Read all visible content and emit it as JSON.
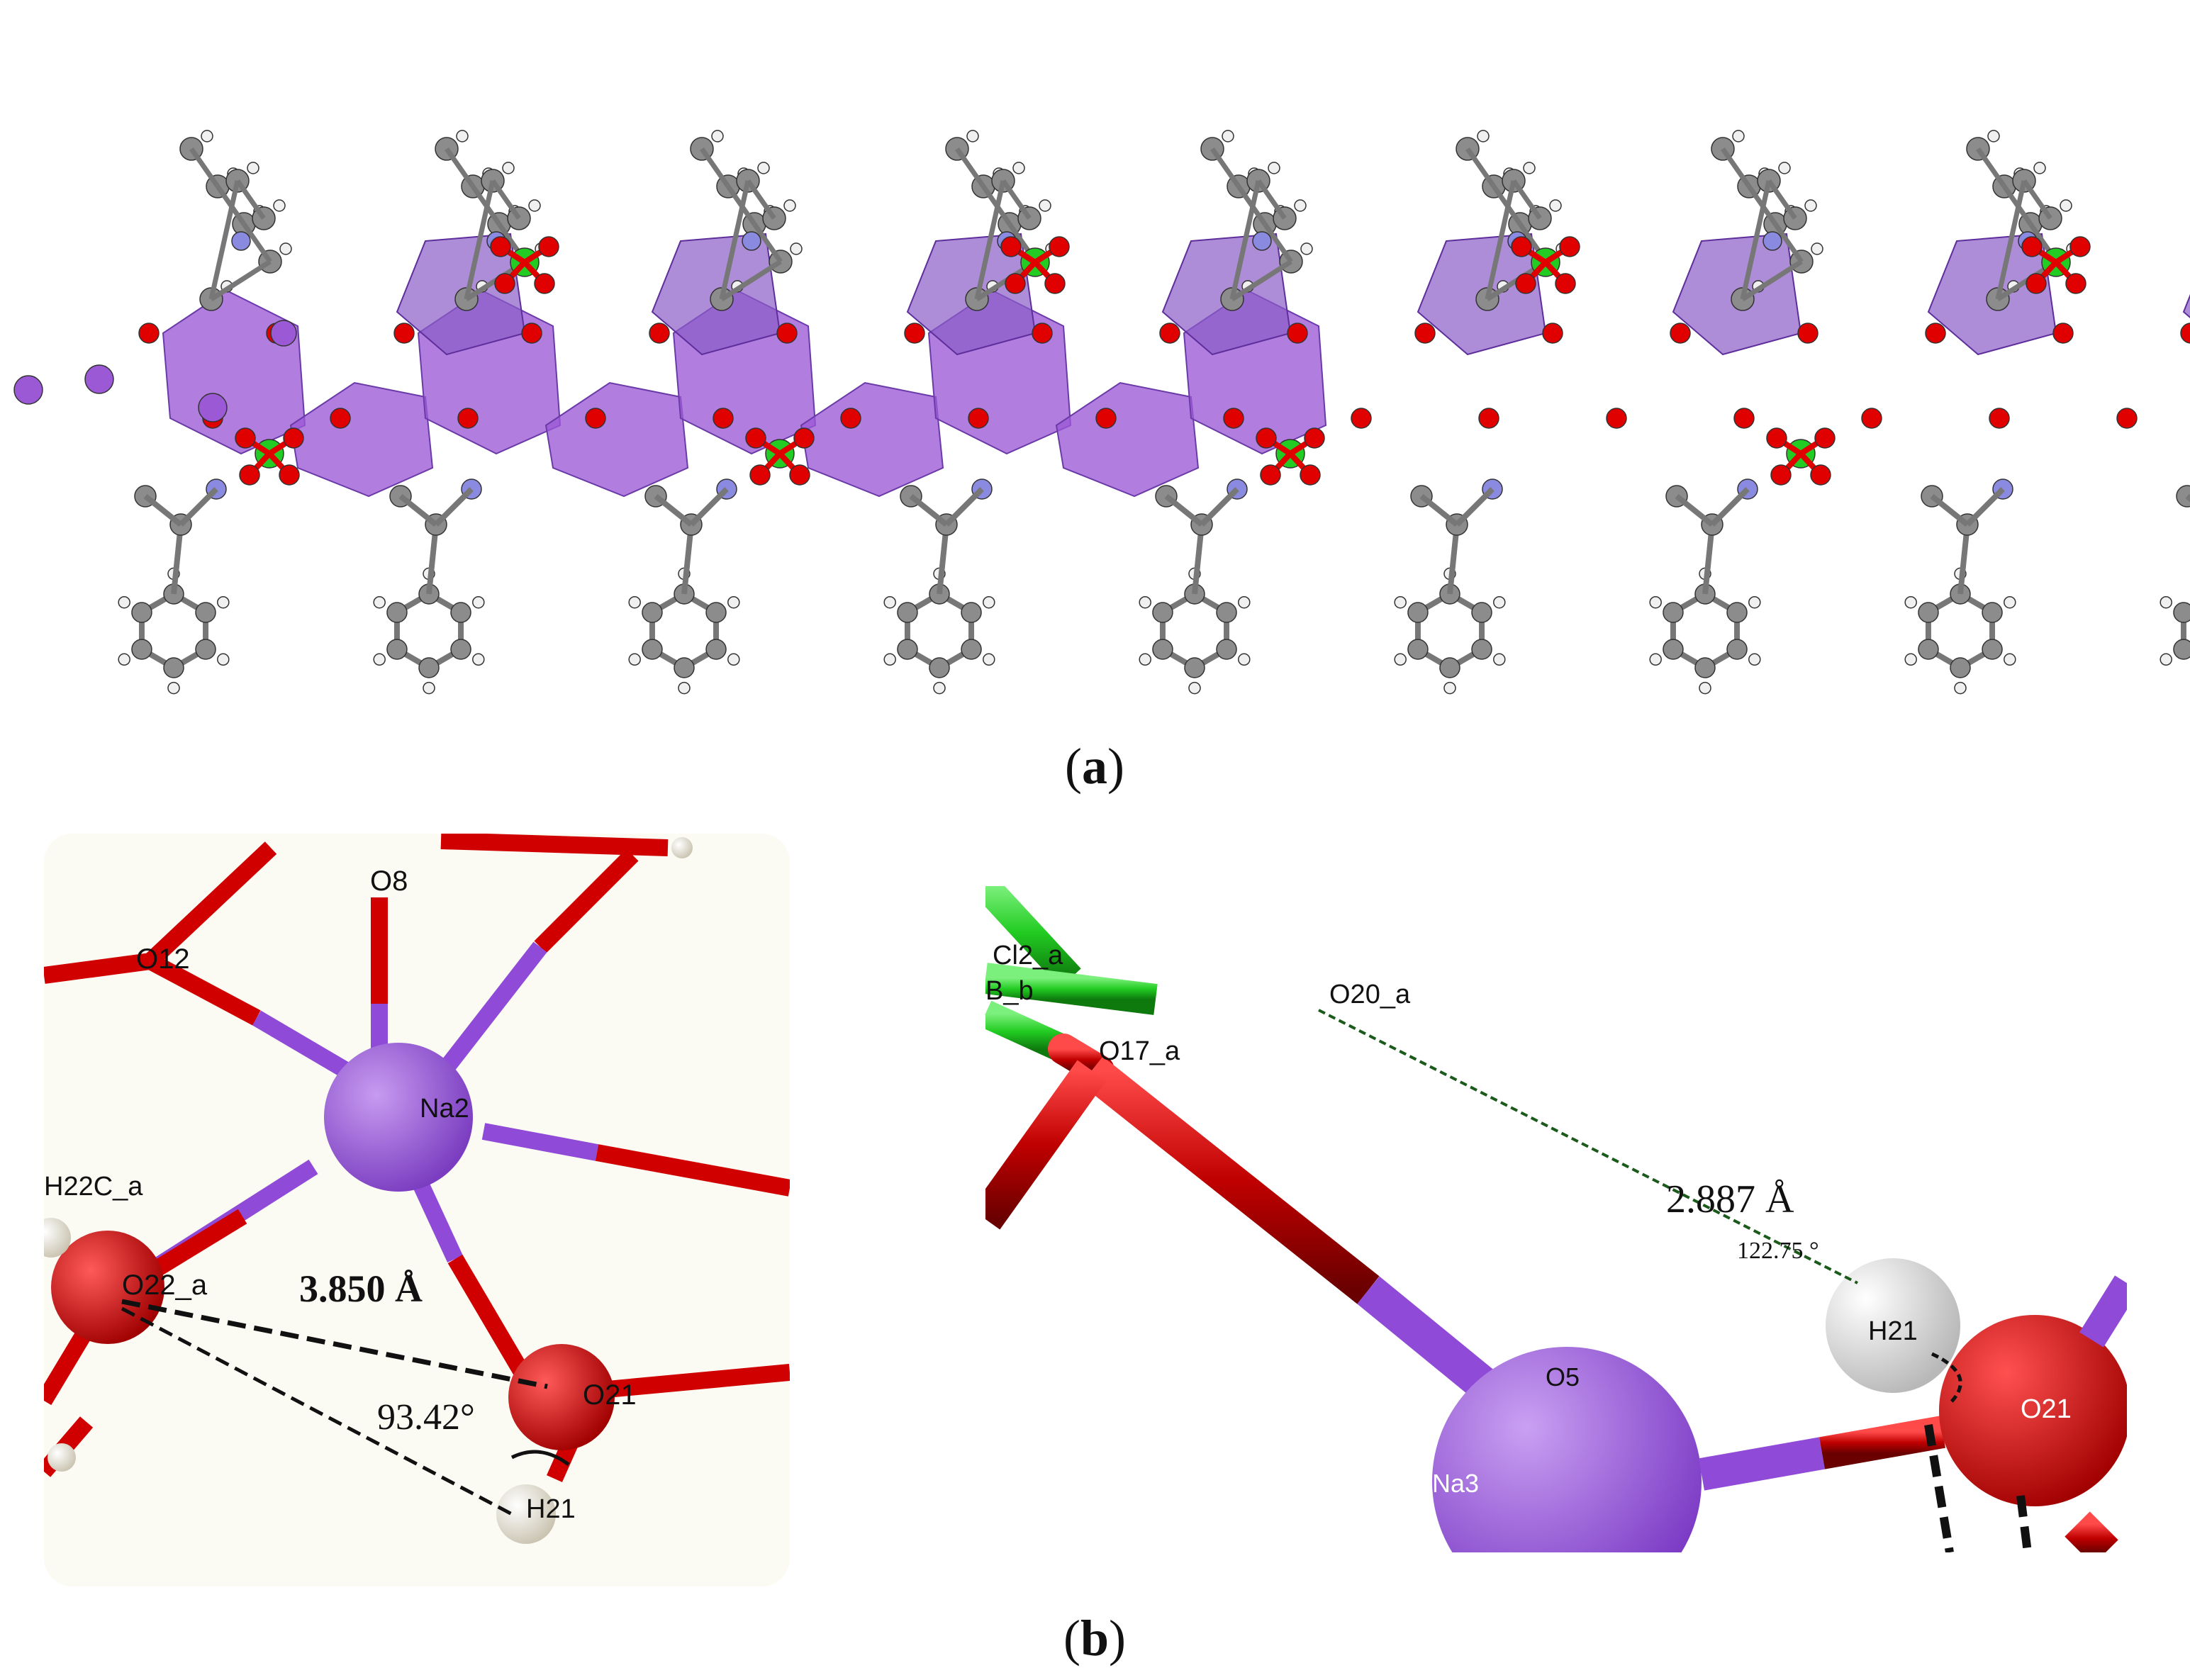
{
  "panel_a": {
    "caption_letter": "a"
  },
  "panel_b": {
    "caption_letter": "b",
    "left_inset": {
      "labels": {
        "o8": "O8",
        "o12": "O12",
        "na2": "Na2",
        "h22c": "H22C_a",
        "o22": "O22_a",
        "o21": "O21",
        "h21": "H21"
      },
      "distance": "3.850 Å",
      "angle": "93.42°"
    },
    "right_inset": {
      "labels": {
        "cl2": "Cl2_a",
        "b": "B_b",
        "o20": "O20_a",
        "o17": "O17_a",
        "o5": "O5",
        "na3": "Na3",
        "h21": "H21",
        "o21": "O21"
      },
      "distance": "2.887 Å",
      "angle": "122.75 °"
    }
  },
  "colors": {
    "sodium": "#9b59d6",
    "oxygen": "#e00000",
    "carbon": "#8c8c8c",
    "hydrogen": "#f0f0f0",
    "chlorine": "#22cc22",
    "nitrogen": "#8a8ae0",
    "bond_red": "#c40000",
    "bond_purple": "#8f4ad8"
  }
}
